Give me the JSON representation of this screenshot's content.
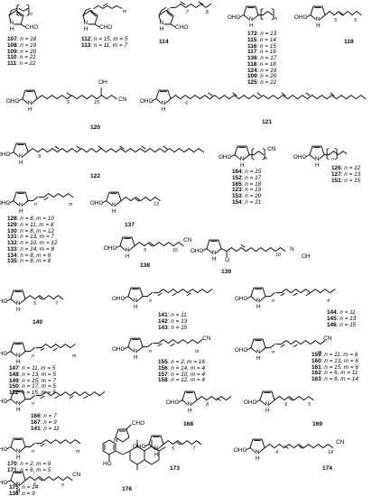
{
  "compounds": [
    {
      "id": "c107",
      "atoms": [
        "N",
        "H",
        "CHO"
      ],
      "subs": [
        "n"
      ],
      "labels": [
        {
          "num": "107",
          "val": "n = 18"
        },
        {
          "num": "108",
          "val": "n = 19"
        },
        {
          "num": "109",
          "val": "n = 20"
        },
        {
          "num": "110",
          "val": "n = 21"
        },
        {
          "num": "111",
          "val": "n = 22"
        }
      ]
    },
    {
      "id": "c112",
      "atoms": [
        "N",
        "H",
        "CHO"
      ],
      "subs": [
        "n",
        "m"
      ],
      "labels": [
        {
          "num": "112",
          "val": "n = 15, m = 5"
        },
        {
          "num": "113",
          "val": "n = 11, m = 7"
        }
      ]
    },
    {
      "id": "c114",
      "atoms": [
        "N",
        "H",
        "CHO"
      ],
      "subs": [
        "6",
        "7",
        "8"
      ],
      "num": "114"
    },
    {
      "id": "c172",
      "atoms": [
        "OHC",
        "N",
        "H"
      ],
      "subs": [
        "n"
      ],
      "labels": [
        {
          "num": "172",
          "val": "n = 13"
        },
        {
          "num": "115",
          "val": "n = 14"
        },
        {
          "num": "116",
          "val": "n = 15"
        },
        {
          "num": "117",
          "val": "n = 16"
        },
        {
          "num": "136",
          "val": "n = 17"
        },
        {
          "num": "118",
          "val": "n = 18"
        },
        {
          "num": "124",
          "val": "n = 19"
        },
        {
          "num": "109",
          "val": "n = 20"
        },
        {
          "num": "125",
          "val": "n = 22"
        }
      ]
    },
    {
      "id": "c119",
      "atoms": [
        "OHC",
        "N",
        "H"
      ],
      "subs": [
        "5",
        "5"
      ],
      "num": "119"
    },
    {
      "id": "c120",
      "atoms": [
        "OHC",
        "N",
        "H",
        "OH",
        "CN"
      ],
      "subs": [
        "5",
        "15"
      ],
      "num": "120"
    },
    {
      "id": "c121",
      "atoms": [
        "OHC",
        "N",
        "H"
      ],
      "subs": [
        "6"
      ],
      "num": "121"
    },
    {
      "id": "c122",
      "atoms": [
        "OHC",
        "N",
        "H"
      ],
      "subs": [
        "9"
      ],
      "num": "122"
    },
    {
      "id": "c164",
      "atoms": [
        "OHC",
        "N",
        "H",
        "CN"
      ],
      "subs": [
        "n"
      ],
      "labels": [
        {
          "num": "164",
          "val": "n = 15"
        },
        {
          "num": "152",
          "val": "n = 17"
        },
        {
          "num": "165",
          "val": "n = 18"
        },
        {
          "num": "123",
          "val": "n = 19"
        },
        {
          "num": "153",
          "val": "n = 20"
        },
        {
          "num": "154",
          "val": "n = 21"
        }
      ]
    },
    {
      "id": "c126",
      "atoms": [
        "OHC",
        "N",
        "H"
      ],
      "subs": [
        "n"
      ],
      "labels": [
        {
          "num": "126",
          "val": "n = 12"
        },
        {
          "num": "127",
          "val": "n = 13"
        },
        {
          "num": "151",
          "val": "n = 15"
        }
      ]
    },
    {
      "id": "c128",
      "atoms": [
        "OHC",
        "N",
        "H"
      ],
      "subs": [
        "n",
        "m"
      ],
      "labels": [
        {
          "num": "128",
          "val": "n = 8, m = 10"
        },
        {
          "num": "129",
          "val": "n = 11, m = 8"
        },
        {
          "num": "130",
          "val": "n = 8, m = 12"
        },
        {
          "num": "131",
          "val": "n = 13, m = 7"
        },
        {
          "num": "132",
          "val": "n = 10, m = 12"
        },
        {
          "num": "133",
          "val": "n = 14, m = 8"
        },
        {
          "num": "134",
          "val": "n = 8, m = 6"
        },
        {
          "num": "135",
          "val": "n = 8, m = 8"
        }
      ]
    },
    {
      "id": "c137",
      "atoms": [
        "OHC",
        "N",
        "H"
      ],
      "subs": [
        "13"
      ],
      "num": "137"
    },
    {
      "id": "c138",
      "atoms": [
        "OHC",
        "N",
        "H",
        "CN"
      ],
      "subs": [
        "5",
        "16"
      ],
      "num": "138"
    },
    {
      "id": "c139",
      "atoms": [
        "OHC",
        "N",
        "H",
        "O",
        "N",
        "OH"
      ],
      "subs": [
        "10"
      ],
      "num": "139"
    },
    {
      "id": "c140",
      "atoms": [
        "OHC",
        "N",
        "H"
      ],
      "subs": [
        "5",
        "7"
      ],
      "num": "140"
    },
    {
      "id": "c141",
      "atoms": [
        "OHC",
        "N",
        "H"
      ],
      "subs": [
        "n"
      ],
      "labels": [
        {
          "num": "141",
          "val": "n = 11"
        },
        {
          "num": "142",
          "val": "n = 13"
        },
        {
          "num": "143",
          "val": "n = 15"
        }
      ]
    },
    {
      "id": "c144",
      "atoms": [
        "OHC",
        "N",
        "H"
      ],
      "subs": [
        "n",
        "4"
      ],
      "labels": [
        {
          "num": "144",
          "val": "n = 11"
        },
        {
          "num": "145",
          "val": "n = 13"
        },
        {
          "num": "146",
          "val": "n = 15"
        }
      ]
    },
    {
      "id": "c147",
      "atoms": [
        "OHC",
        "N",
        "H"
      ],
      "subs": [
        "n",
        "m"
      ],
      "labels": [
        {
          "num": "147",
          "val": "n = 11, m = 5"
        },
        {
          "num": "148",
          "val": "n = 13, m = 5"
        },
        {
          "num": "149",
          "val": "n = 15, m = 7"
        },
        {
          "num": "150",
          "val": "n = 17, m = 5"
        },
        {
          "num": "112",
          "val": "n = 15, m = 5"
        }
      ]
    },
    {
      "id": "c155",
      "atoms": [
        "OHC",
        "N",
        "H",
        "CN"
      ],
      "subs": [
        "n",
        "m"
      ],
      "labels": [
        {
          "num": "155",
          "val": "n = 2, m = 16"
        },
        {
          "num": "156",
          "val": "n = 14, m = 4"
        },
        {
          "num": "157",
          "val": "n = 10, m = 4"
        },
        {
          "num": "158",
          "val": "n = 12, m = 4"
        }
      ]
    },
    {
      "id": "c159",
      "atoms": [
        "OHC",
        "N",
        "H",
        "CN"
      ],
      "subs": [
        "n",
        "m"
      ],
      "labels": [
        {
          "num": "159",
          "val": "n = 11, m = 6"
        },
        {
          "num": "160",
          "val": "n = 13, m = 6"
        },
        {
          "num": "161",
          "val": "n = 15, m = 6"
        },
        {
          "num": "162",
          "val": "n = 6, m = 11"
        },
        {
          "num": "163",
          "val": "n = 6, m = 14"
        }
      ]
    },
    {
      "id": "c166",
      "atoms": [
        "OHC",
        "N",
        "H"
      ],
      "subs": [
        "n"
      ],
      "labels": [
        {
          "num": "166",
          "val": "n = 7"
        },
        {
          "num": "167",
          "val": "n = 9"
        },
        {
          "num": "141",
          "val": "n = 11"
        }
      ]
    },
    {
      "id": "c168",
      "atoms": [
        "OHC",
        "N",
        "H"
      ],
      "subs": [
        "8"
      ],
      "num": "168"
    },
    {
      "id": "c169",
      "atoms": [
        "OHC",
        "N",
        "H"
      ],
      "subs": [
        "9",
        "5"
      ],
      "num": "169"
    },
    {
      "id": "c170",
      "atoms": [
        "OHC",
        "N",
        "H"
      ],
      "subs": [
        "n",
        "m"
      ],
      "labels": [
        {
          "num": "170",
          "val": "n = 2, m = 9"
        },
        {
          "num": "171",
          "val": "n = 6, m = 5"
        }
      ]
    },
    {
      "id": "c173",
      "atoms": [
        "OHC",
        "N",
        "H"
      ],
      "subs": [
        "5",
        "7"
      ],
      "num": "173"
    },
    {
      "id": "c174",
      "atoms": [
        "OHC",
        "N",
        "H",
        "CN"
      ],
      "subs": [
        "4",
        "14"
      ],
      "num": "174"
    },
    {
      "id": "c175",
      "atoms": [
        "OHC",
        "N",
        "H",
        "CN"
      ],
      "subs": [
        "5",
        "n"
      ],
      "labels": [
        {
          "num": "175",
          "val": "n = 14"
        },
        {
          "num": "138",
          "val": "n = 9"
        }
      ]
    },
    {
      "id": "c176",
      "atoms": [
        "N",
        "CHO",
        "HO"
      ],
      "subs": [],
      "num": "176"
    }
  ]
}
